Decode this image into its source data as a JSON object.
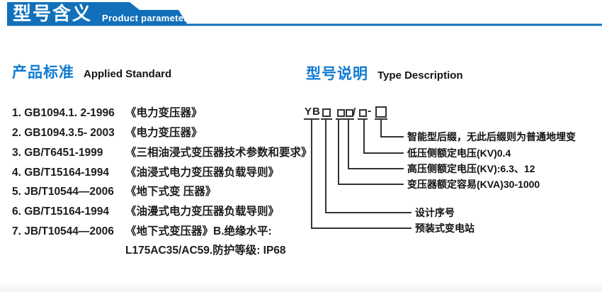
{
  "colors": {
    "banner_blue": "#1170b9",
    "heading_blue": "#0e7bd2",
    "text_dark": "#1c1c1c",
    "diagram_line": "#333333"
  },
  "header": {
    "title_cn": "型号含义",
    "title_en": "Product parameters"
  },
  "standards": {
    "heading_cn": "产品标准",
    "heading_en": "Applied Standard",
    "items": [
      {
        "code": "1. GB1094.1. 2-1996",
        "title": "《电力变压器》"
      },
      {
        "code": "2. GB1094.3.5- 2003",
        "title": "《电力变压器》"
      },
      {
        "code": "3. GB/T6451-1999",
        "title": "《三相油浸式变压器技术参数和要求》"
      },
      {
        "code": "4. GB/T15164-1994",
        "title": "《油浸式电力变压器负载导则》"
      },
      {
        "code": "5. JB/T10544—2006",
        "title": "《地下式变 压器》"
      },
      {
        "code": "6. GB/T15164-1994",
        "title": "《油漫式电力变压器负载导则》"
      },
      {
        "code": "7. JB/T10544—2006",
        "title": "《地下式变压器》B.绝缘水平:"
      }
    ],
    "continuation": "L175AC35/AC59.防护等级: IP68"
  },
  "type_desc": {
    "heading_cn": "型号说明",
    "heading_en": "Type Description",
    "model": {
      "prefix": "YB",
      "separator_slash": "/",
      "separator_dash": "-"
    },
    "labels": [
      {
        "text": "智能型后缀，无此后缀则为普通地埋变"
      },
      {
        "text": "低压侧额定电压(KV)0.4"
      },
      {
        "text": "高压侧额定电压(KV):6.3、12"
      },
      {
        "text": "变压器额定容易(KVA)30-1000"
      },
      {
        "text": "设计序号"
      },
      {
        "text": "预装式变电站"
      }
    ]
  }
}
